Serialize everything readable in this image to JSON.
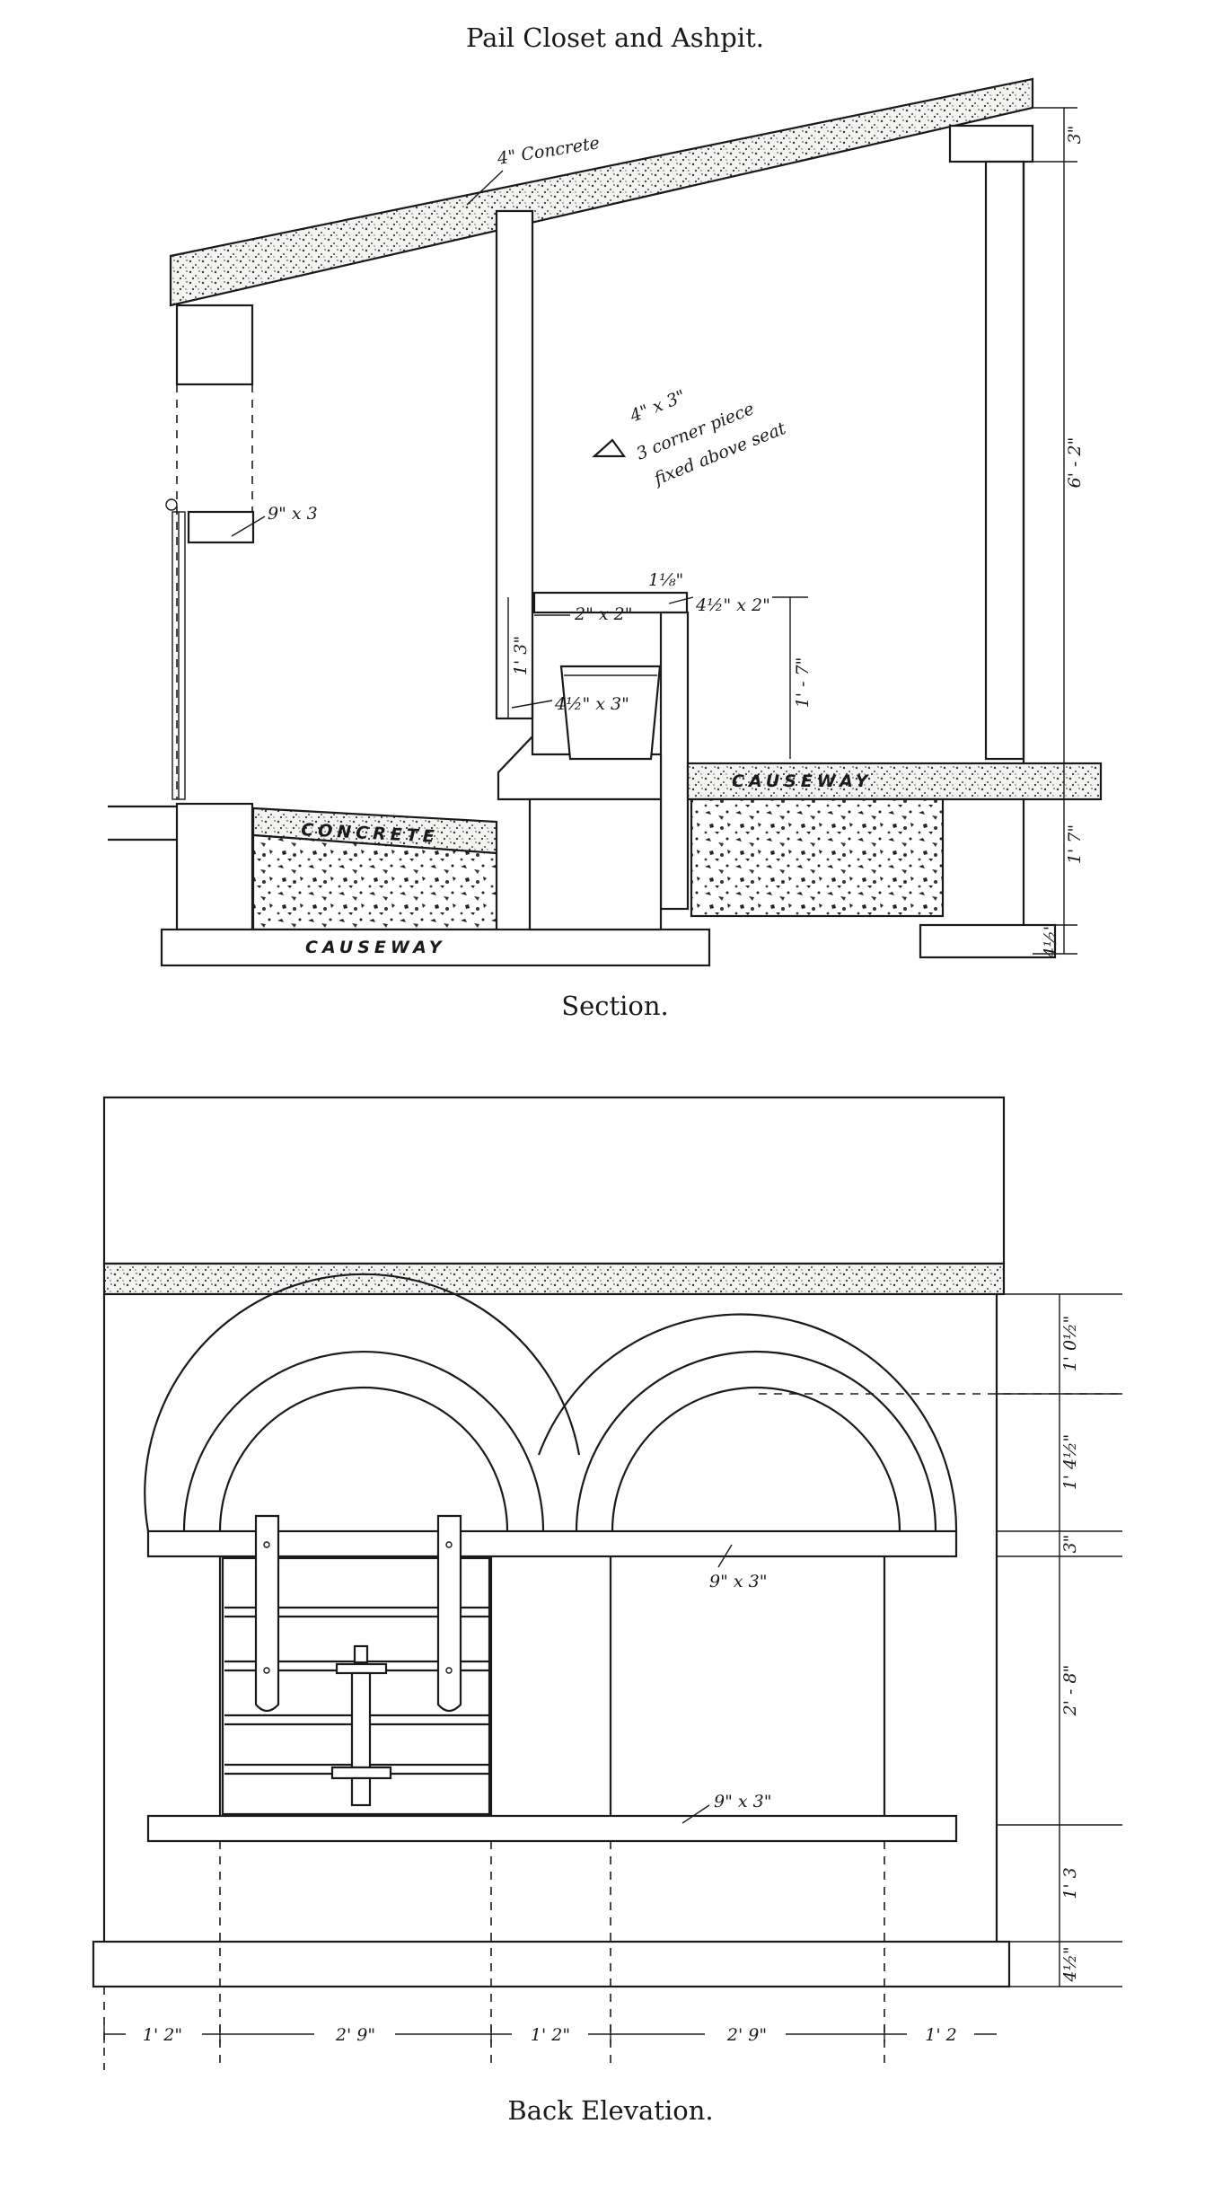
{
  "title": "Pail Closet and Ashpit.",
  "section": {
    "caption": "Section.",
    "labels": {
      "roof": "4\" Concrete",
      "lintel": "9\" x 3",
      "corner_piece_size": "4\" x 3\"",
      "corner_piece_l1": "3 corner piece",
      "corner_piece_l2": "fixed above seat",
      "seat_thickness": "1⅛\"",
      "bearer": "2\" x 2\"",
      "seat_front": "4½\" x 2\"",
      "concrete": "CONCRETE",
      "causeway_low": "CAUSEWAY",
      "causeway_high": "CAUSEWAY",
      "rail": "4½\" x 3\""
    },
    "dimensions": {
      "top": "3\"",
      "height": "6' - 2\"",
      "base": "1' 7\"",
      "foot": "4½\"",
      "seat_height": "1' - 7\"",
      "box_height": "1' 3\""
    }
  },
  "elevation": {
    "caption": "Back Elevation.",
    "labels": {
      "upper_lintel": "9\" x 3\"",
      "lower_lintel": "9\" x 3\""
    },
    "right_dimensions": [
      "1' 0½\"",
      "1' 4½\"",
      "3\"",
      "2' - 8\"",
      "1' 3",
      "4½\""
    ],
    "bottom_dimensions": [
      "1' 2\"",
      "2' 9\"",
      "1' 2\"",
      "2' 9\"",
      "1' 2"
    ]
  }
}
